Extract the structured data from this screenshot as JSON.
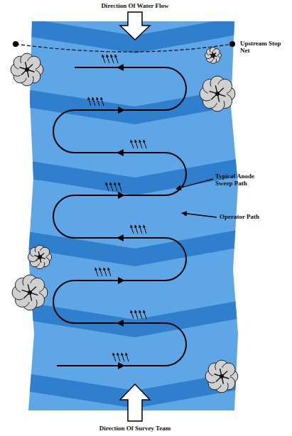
{
  "diagram": {
    "labels": [
      "Direction Of Water Flow",
      "Upstream Stop Net",
      "Typical Anode Sweep Path",
      "Operator Path",
      "Direction Of Survey Team"
    ]
  }
}
